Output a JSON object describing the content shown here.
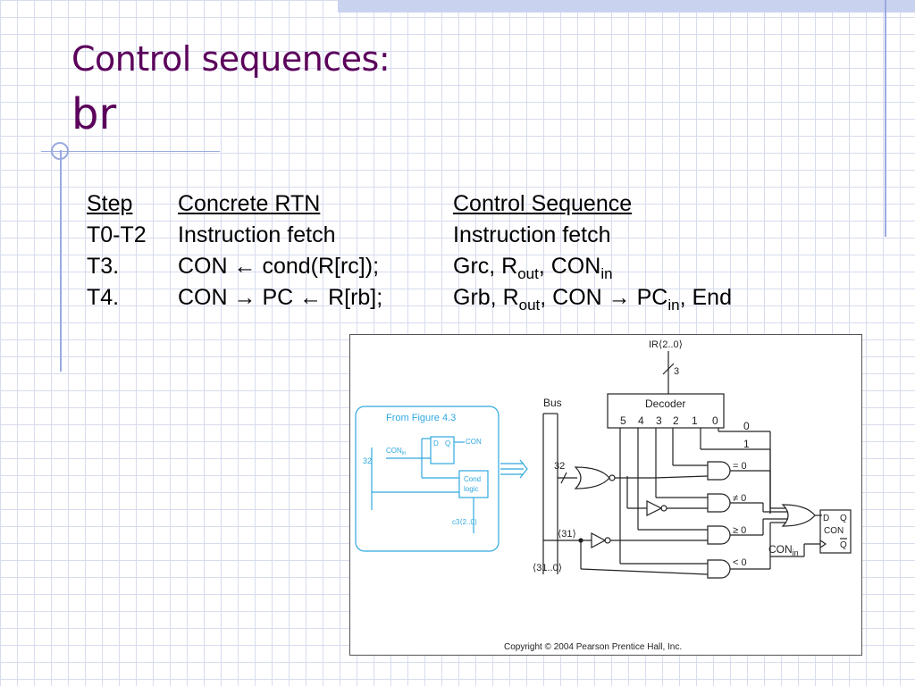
{
  "slide": {
    "title": "Control sequences:",
    "subtitle": "br"
  },
  "table": {
    "headers": [
      "Step",
      "Concrete RTN",
      "Control Sequence"
    ],
    "rows": [
      [
        "T0-T2",
        "Instruction fetch",
        "Instruction fetch"
      ],
      [
        "T3.",
        "CON ← cond(R[rc]);",
        "Grc, R_out, CON_in"
      ],
      [
        "T4.",
        "CON → PC ← R[rb];",
        "Grb, R_out, CON → PC_in, End"
      ]
    ],
    "cells": {
      "r1c1": "T0-T2",
      "r1c2": "Instruction fetch",
      "r1c3": "Instruction fetch",
      "r2c1": "T3.",
      "r2c2a": "CON ",
      "r2c2arrow": "←",
      "r2c2b": " cond(R[rc]);",
      "r2c3a": "Grc, R",
      "r2c3sub1": "out",
      "r2c3b": ", CON",
      "r2c3sub2": "in",
      "r3c1": "T4.",
      "r3c2a": "CON ",
      "r3c2arrow1": "→",
      "r3c2b": " PC ",
      "r3c2arrow2": "←",
      "r3c2c": " R[rb];",
      "r3c3a": "Grb, R",
      "r3c3sub1": "out",
      "r3c3b": ", CON ",
      "r3c3arrow": "→",
      "r3c3c": " PC",
      "r3c3sub2": "in",
      "r3c3d": ", End"
    }
  },
  "figure": {
    "ir_label": "IR⟨2..0⟩",
    "ir_bits": "3",
    "decoder_label": "Decoder",
    "decoder_outputs": [
      "5",
      "4",
      "3",
      "2",
      "1",
      "0"
    ],
    "bus_label": "Bus",
    "const0": "0",
    "const1": "1",
    "cond_labels": [
      "= 0",
      "≠ 0",
      "≥ 0",
      "< 0"
    ],
    "bus_width": "32",
    "sign_bit": "⟨31⟩",
    "bus_range": "⟨31..0⟩",
    "ff_d": "D",
    "ff_q": "Q",
    "ff_name": "CON",
    "ff_qbar": "Q",
    "con_in_label": "CON",
    "con_in_sub": "in",
    "inset": {
      "title": "From Figure 4.3",
      "con_in": "CON",
      "con_in_sub": "in",
      "d": "D",
      "q": "Q",
      "con_out": "CON",
      "width": "32",
      "cond_logic_1": "Cond",
      "cond_logic_2": "logic",
      "c3": "c3⟨2..0⟩"
    },
    "copyright": "Copyright © 2004 Pearson Prentice Hall, Inc."
  },
  "colors": {
    "title": "#5b005b",
    "grid": "#d7dcef",
    "accent_lines": "#9aaae0",
    "inset": "#2fa8e0"
  }
}
